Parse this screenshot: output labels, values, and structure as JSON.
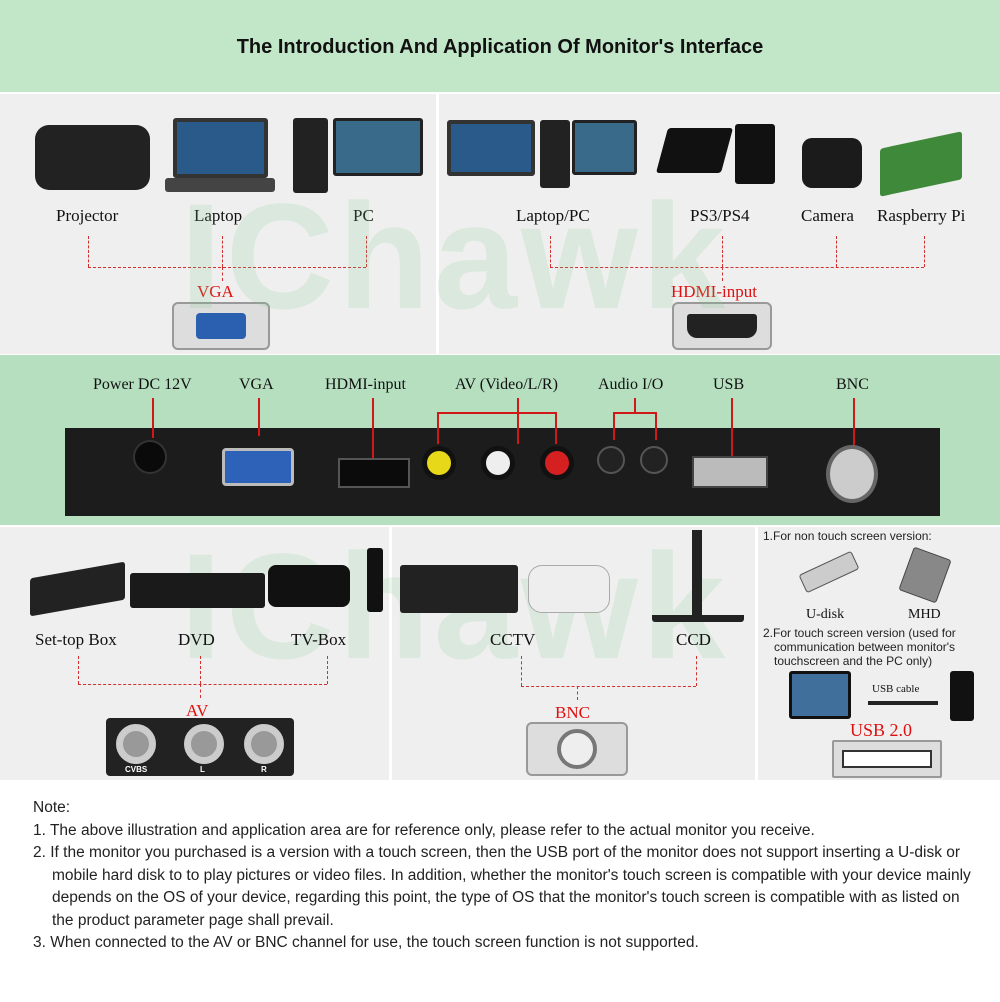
{
  "title": "The Introduction And Application Of Monitor's Interface",
  "top_left": {
    "devices": [
      "Projector",
      "Laptop",
      "PC"
    ],
    "port": "VGA"
  },
  "top_right": {
    "devices": [
      "Laptop/PC",
      "PS3/PS4",
      "Camera",
      "Raspberry Pi"
    ],
    "port": "HDMI-input"
  },
  "panel_ports": [
    "Power DC 12V",
    "VGA",
    "HDMI-input",
    "AV (Video/L/R)",
    "Audio I/O",
    "USB",
    "BNC"
  ],
  "bottom_left": {
    "devices": [
      "Set-top Box",
      "DVD",
      "TV-Box"
    ],
    "port": "AV",
    "jacks": [
      "CVBS",
      "L",
      "R"
    ]
  },
  "bottom_mid": {
    "devices": [
      "CCTV",
      "CCD"
    ],
    "port": "BNC"
  },
  "bottom_right": {
    "non_touch": "1.For non touch screen version:",
    "items": [
      "U-disk",
      "MHD"
    ],
    "touch": "2.For touch screen version (used for communication between monitor's touchscreen and the PC only)",
    "cable": "USB cable",
    "port": "USB 2.0"
  },
  "watermark": "IChawk",
  "notes": {
    "heading": "Note:",
    "items": [
      "1. The above illustration and application area are for reference only, please refer to the actual monitor you receive.",
      "2. If the monitor you purchased is a version with a touch screen, then the USB port of the monitor does not support inserting a U-disk or mobile hard disk to to play pictures or video files. In addition, whether the monitor's touch screen is compatible with your device mainly depends on the OS of your device, regarding this point, the type of OS that the monitor's touch screen is compatible with as listed on the product parameter page shall prevail.",
      "3. When connected to the AV or BNC channel for use, the touch screen function is not supported."
    ]
  }
}
